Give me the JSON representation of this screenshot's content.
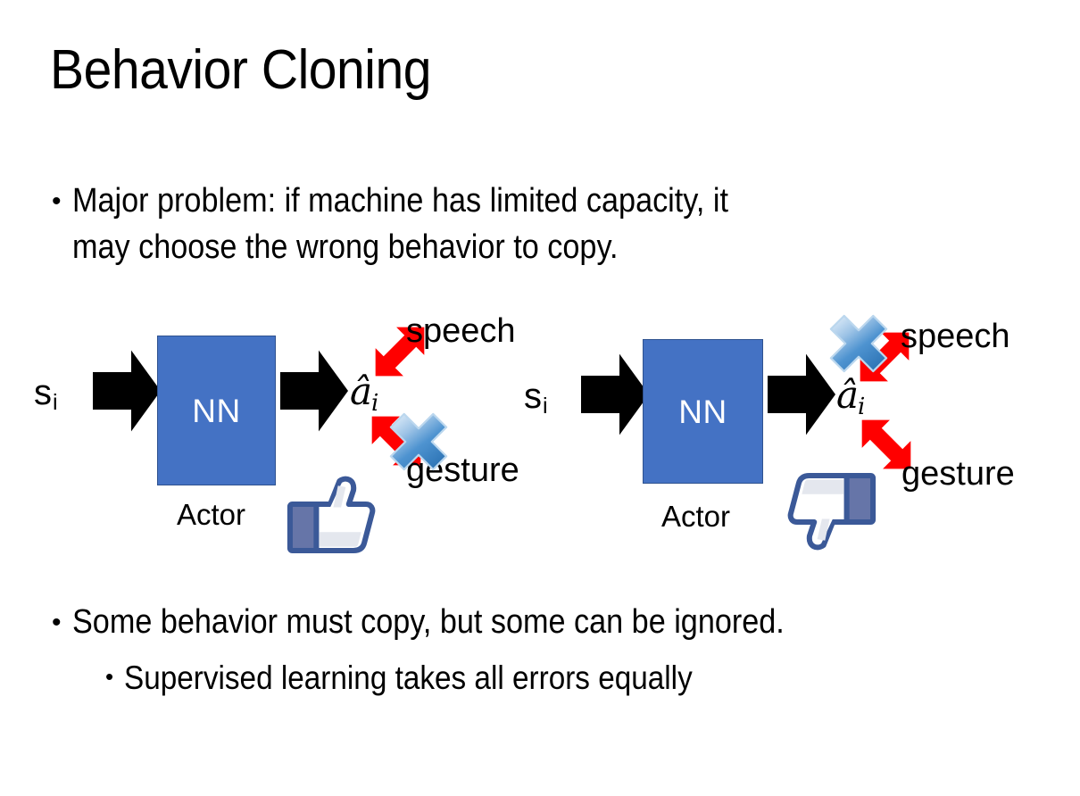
{
  "slide": {
    "title": "Behavior Cloning",
    "background_color": "#FFFFFF"
  },
  "bullets": [
    {
      "marker": "•",
      "level": 1,
      "text": "Major problem: if machine has limited capacity, it\nmay choose the wrong behavior to copy."
    },
    {
      "marker": "•",
      "level": 1,
      "text": "Some behavior must copy, but some can be ignored."
    },
    {
      "marker": "•",
      "level": 2,
      "text": "Supervised learning takes all errors equally"
    }
  ],
  "diagrams": [
    {
      "id": "left",
      "input_label": "s",
      "input_subscript": "i",
      "box_label": "NN",
      "box_caption": "Actor",
      "output_label": "â",
      "output_subscript": "i",
      "branches": [
        {
          "name": "speech",
          "label": "speech",
          "crossed_out": false
        },
        {
          "name": "gesture",
          "label": "gesture",
          "crossed_out": true
        }
      ],
      "verdict_icon": "thumbs-up-icon"
    },
    {
      "id": "right",
      "input_label": "s",
      "input_subscript": "i",
      "box_label": "NN",
      "box_caption": "Actor",
      "output_label": "â",
      "output_subscript": "i",
      "branches": [
        {
          "name": "speech",
          "label": "speech",
          "crossed_out": true
        },
        {
          "name": "gesture",
          "label": "gesture",
          "crossed_out": false
        }
      ],
      "verdict_icon": "thumbs-down-icon"
    }
  ],
  "colors": {
    "nn_box_fill": "#4472C4",
    "nn_box_border": "#2F528F",
    "arrow_black": "#000000",
    "arrow_red": "#FF0000",
    "x_blue_light": "#DCEBFA",
    "x_blue_mid": "#5B9BD5",
    "x_blue_dark": "#2E75B6",
    "thumb_outline": "#3B5998",
    "thumb_cuff": "#6675A8",
    "thumb_fill": "#FFFFFF",
    "thumb_shade": "#DCE0E8",
    "text": "#000000"
  }
}
